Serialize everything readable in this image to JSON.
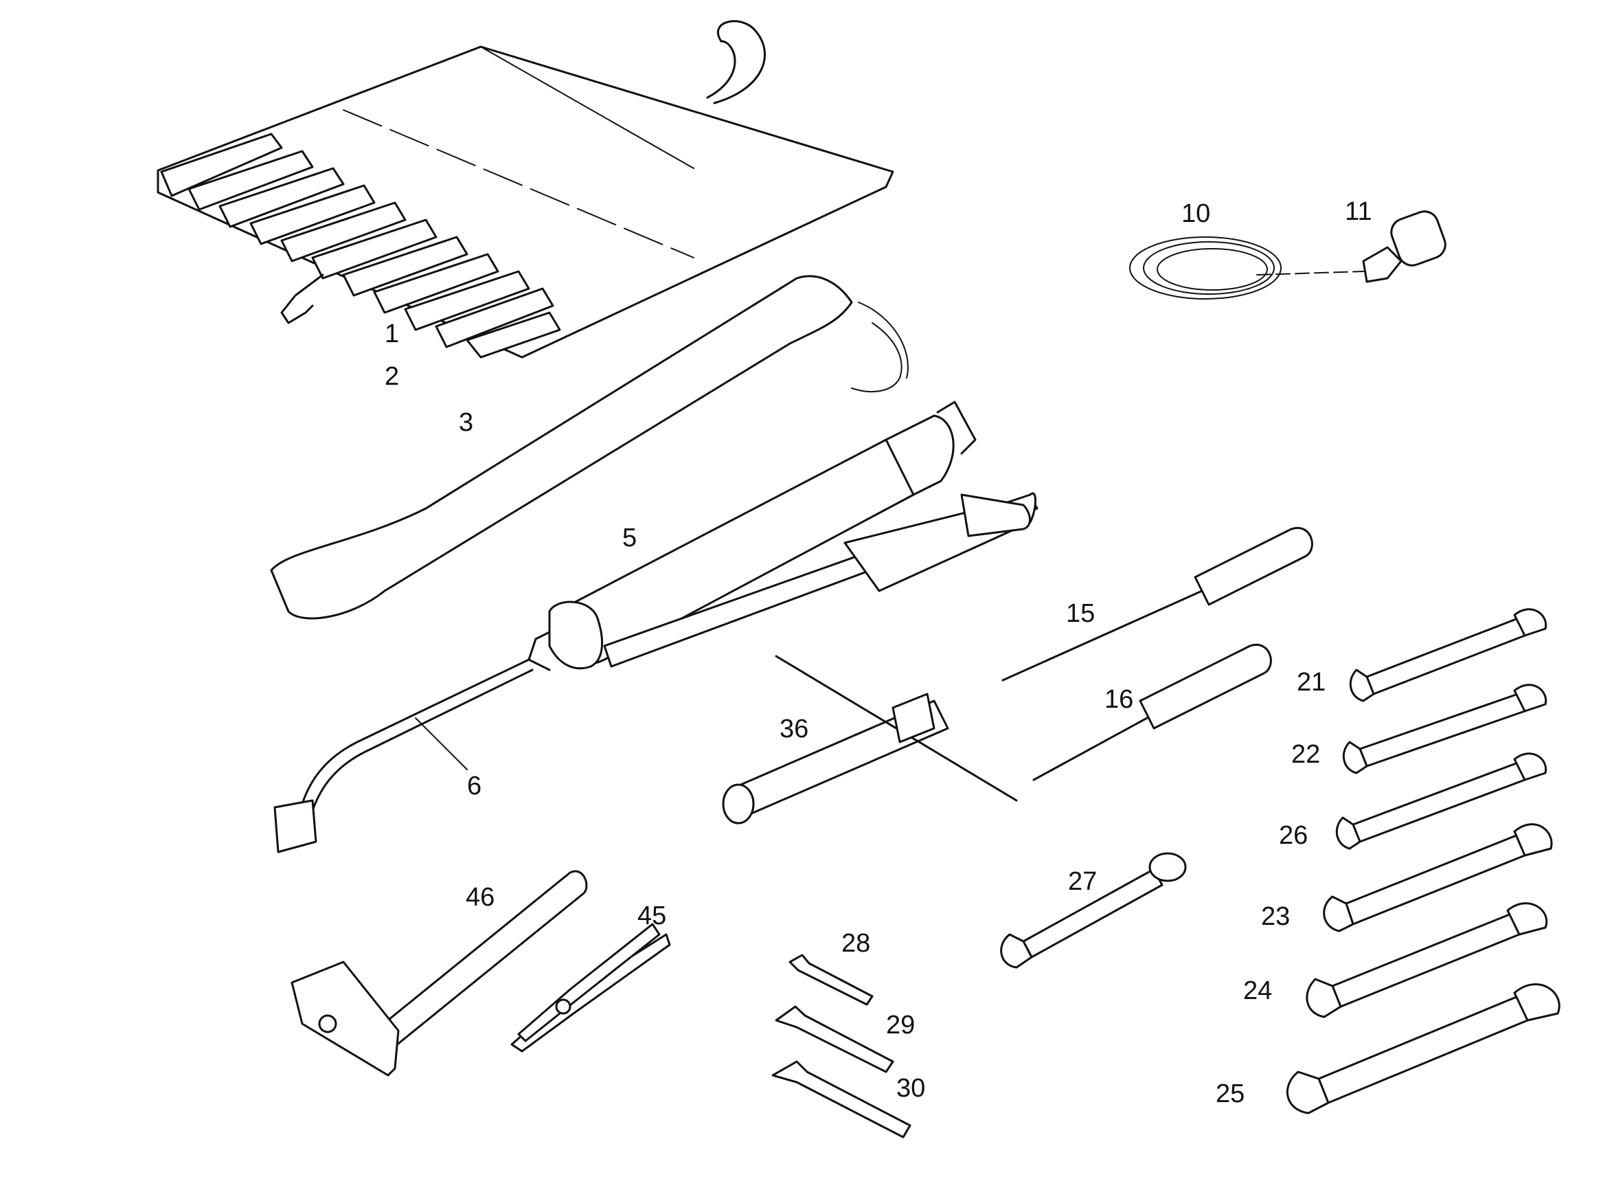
{
  "diagram": {
    "parts": [
      {
        "id": "tool-roll",
        "label": "1"
      },
      {
        "id": "strap",
        "label": "2"
      },
      {
        "id": "tool-bag",
        "label": "3"
      },
      {
        "id": "grease-gun",
        "label": "5"
      },
      {
        "id": "grease-gun-hose",
        "label": "6"
      },
      {
        "id": "cable",
        "label": "10"
      },
      {
        "id": "cable-adapter",
        "label": "11"
      },
      {
        "id": "flat-screwdriver",
        "label": "15"
      },
      {
        "id": "phillips-screwdriver",
        "label": "16"
      },
      {
        "id": "wrench-a",
        "label": "21"
      },
      {
        "id": "wrench-b",
        "label": "22"
      },
      {
        "id": "wrench-c",
        "label": "26"
      },
      {
        "id": "wrench-d",
        "label": "23"
      },
      {
        "id": "wrench-e",
        "label": "24"
      },
      {
        "id": "wrench-f",
        "label": "25"
      },
      {
        "id": "combination-wrench",
        "label": "27"
      },
      {
        "id": "allen-key-small",
        "label": "28"
      },
      {
        "id": "allen-key-medium",
        "label": "29"
      },
      {
        "id": "allen-key-large",
        "label": "30"
      },
      {
        "id": "socket-wrench",
        "label": "36"
      },
      {
        "id": "pliers",
        "label": "45"
      },
      {
        "id": "hammer",
        "label": "46"
      }
    ]
  }
}
